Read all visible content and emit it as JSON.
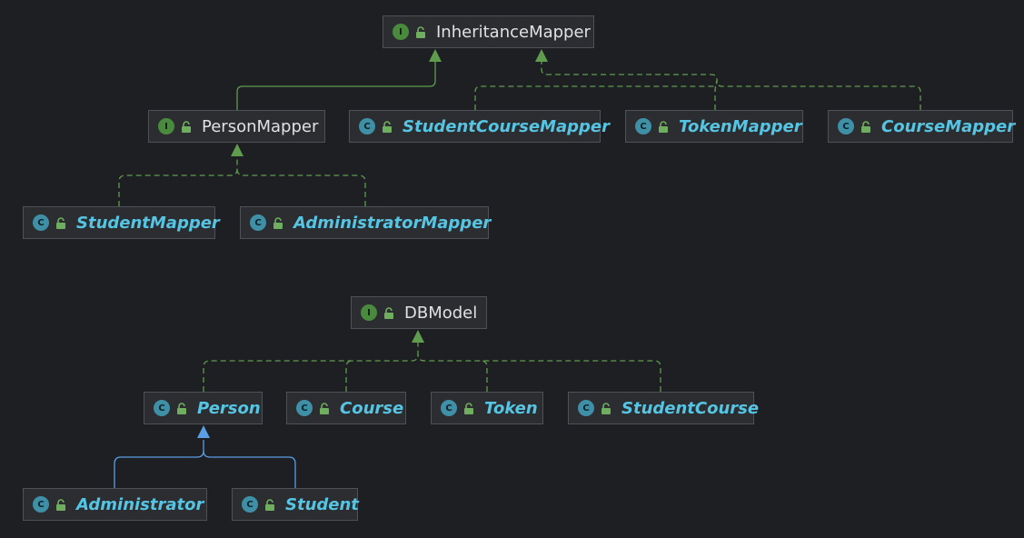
{
  "colors": {
    "background": "#1e1f22",
    "node_background": "#2b2d30",
    "node_border": "#4e5157",
    "interface_badge": "#4a8a3f",
    "class_badge": "#3f8fa6",
    "interface_text": "#dfe1e5",
    "class_text": "#56c5e3",
    "implements_edge": "#5f9c4e",
    "extends_edge": "#5a9ee6"
  },
  "badge_letters": {
    "interface": "I",
    "class": "C"
  },
  "nodes": {
    "inheritance_mapper": {
      "label": "InheritanceMapper",
      "kind": "interface",
      "icon": "interface-icon"
    },
    "person_mapper": {
      "label": "PersonMapper",
      "kind": "interface",
      "icon": "interface-icon"
    },
    "student_course_mapper": {
      "label": "StudentCourseMapper",
      "kind": "class",
      "icon": "class-icon"
    },
    "token_mapper": {
      "label": "TokenMapper",
      "kind": "class",
      "icon": "class-icon"
    },
    "course_mapper": {
      "label": "CourseMapper",
      "kind": "class",
      "icon": "class-icon"
    },
    "student_mapper": {
      "label": "StudentMapper",
      "kind": "class",
      "icon": "class-icon"
    },
    "administrator_mapper": {
      "label": "AdministratorMapper",
      "kind": "class",
      "icon": "class-icon"
    },
    "db_model": {
      "label": "DBModel",
      "kind": "interface",
      "icon": "interface-icon"
    },
    "person": {
      "label": "Person",
      "kind": "class",
      "icon": "class-icon"
    },
    "course": {
      "label": "Course",
      "kind": "class",
      "icon": "class-icon"
    },
    "token": {
      "label": "Token",
      "kind": "class",
      "icon": "class-icon"
    },
    "student_course": {
      "label": "StudentCourse",
      "kind": "class",
      "icon": "class-icon"
    },
    "administrator": {
      "label": "Administrator",
      "kind": "class",
      "icon": "class-icon"
    },
    "student": {
      "label": "Student",
      "kind": "class",
      "icon": "class-icon"
    }
  },
  "edges": [
    {
      "from": "person_mapper",
      "to": "inheritance_mapper",
      "type": "extends-interface"
    },
    {
      "from": "student_course_mapper",
      "to": "inheritance_mapper",
      "type": "implements"
    },
    {
      "from": "token_mapper",
      "to": "inheritance_mapper",
      "type": "implements"
    },
    {
      "from": "course_mapper",
      "to": "inheritance_mapper",
      "type": "implements"
    },
    {
      "from": "student_mapper",
      "to": "person_mapper",
      "type": "implements"
    },
    {
      "from": "administrator_mapper",
      "to": "person_mapper",
      "type": "implements"
    },
    {
      "from": "person",
      "to": "db_model",
      "type": "implements"
    },
    {
      "from": "course",
      "to": "db_model",
      "type": "implements"
    },
    {
      "from": "token",
      "to": "db_model",
      "type": "implements"
    },
    {
      "from": "student_course",
      "to": "db_model",
      "type": "implements"
    },
    {
      "from": "administrator",
      "to": "person",
      "type": "extends-class"
    },
    {
      "from": "student",
      "to": "person",
      "type": "extends-class"
    }
  ]
}
